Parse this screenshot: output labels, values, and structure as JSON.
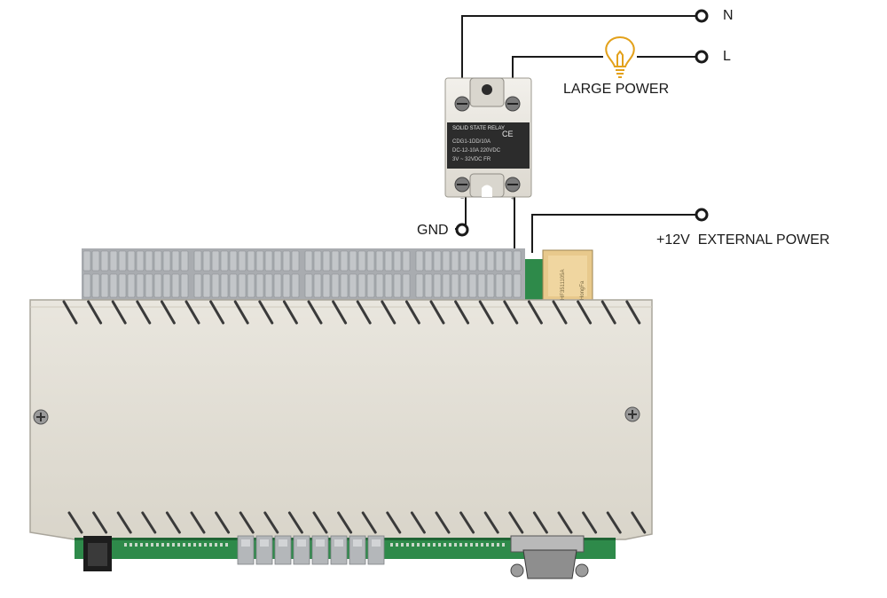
{
  "labels": {
    "neutral": "N",
    "live": "L",
    "load": "LARGE POWER",
    "ground": "GND",
    "external_power": "+12V  EXTERNAL POWER"
  },
  "relay": {
    "title": "SOLID STATE RELAY",
    "model": "CDG1-1DD/10A",
    "output_rating": "DC-12-10A 220VDC",
    "input_rating": "3V ~ 32VDC FR",
    "cert_marks": "CE"
  },
  "module_labels": {
    "spec": "HF3511105A",
    "brand": "HongFa"
  },
  "colors": {
    "wire": "#1a1a1a",
    "enclosure": "#e6e3da",
    "enclosure_shade": "#d7d3c8",
    "terminal_block": "#b9bcbf",
    "pcb": "#2e8a4a",
    "bulb": "#e3a11b"
  }
}
